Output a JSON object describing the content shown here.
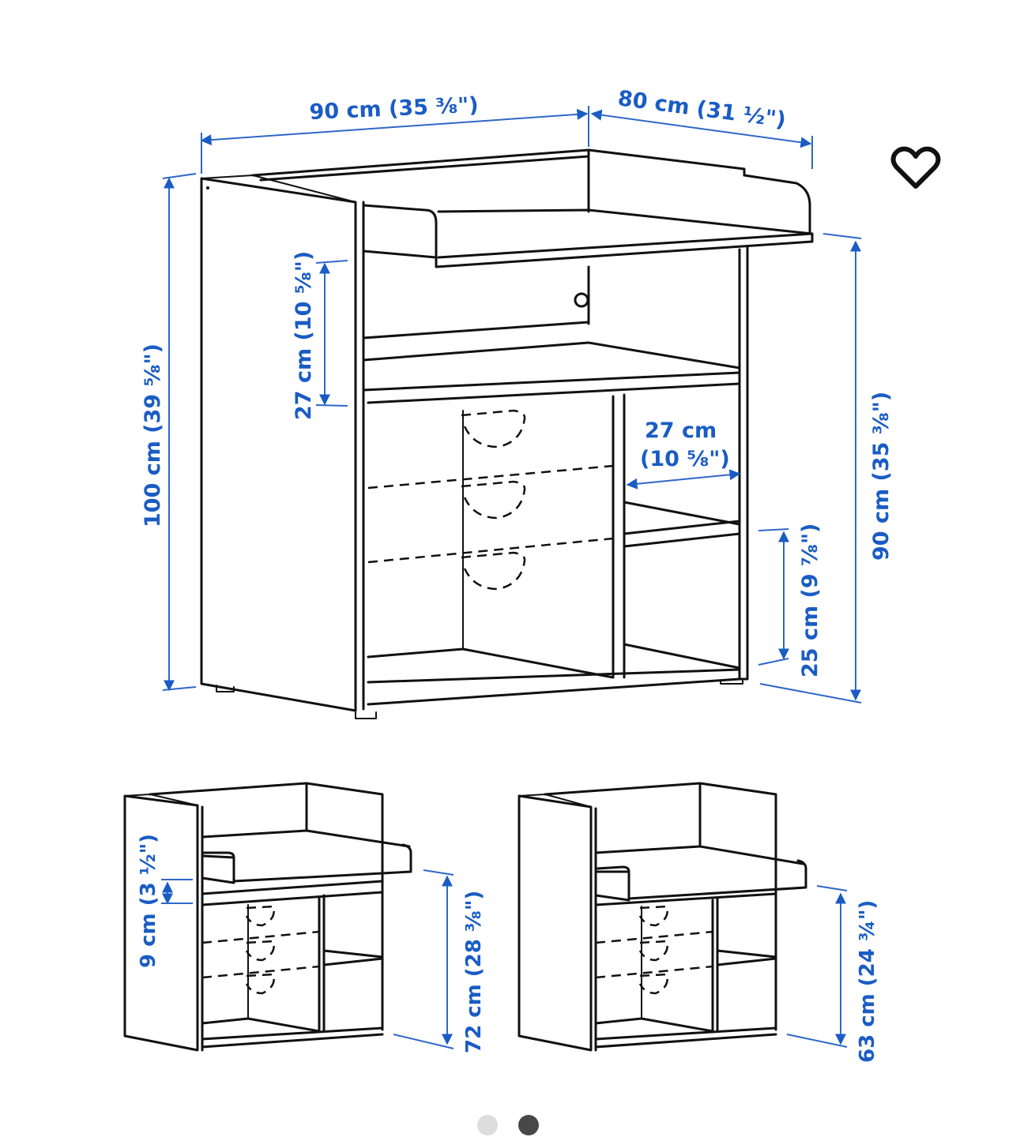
{
  "diagram": {
    "main_unit": {
      "width_label": "90 cm (35 ⅜\")",
      "depth_label": "80 cm (31 ½\")",
      "total_height_label": "100 cm (39 ⅝\")",
      "top_shelf_gap_label": "27 cm (10 ⅝\")",
      "compartment_width_line1": "27 cm",
      "compartment_width_line2": "(10 ⅝\")",
      "lower_compartment_height_label": "25 cm (9 ⅞\")",
      "changing_table_height_label": "90 cm (35 ⅜\")"
    },
    "variant_left": {
      "gap_label": "9 cm (3 ½\")",
      "height_label": "72 cm (28 ⅜\")"
    },
    "variant_right": {
      "height_label": "63 cm (24 ¾\")"
    }
  },
  "favorite": {
    "icon": "heart-outline-icon",
    "color": "#111111"
  },
  "carousel": {
    "pages": [
      {
        "active": false,
        "color": "#dddddd"
      },
      {
        "active": true,
        "color": "#484848"
      }
    ]
  },
  "colors": {
    "dimension": "#1a5cc4",
    "line": "#111111",
    "background": "#ffffff"
  }
}
